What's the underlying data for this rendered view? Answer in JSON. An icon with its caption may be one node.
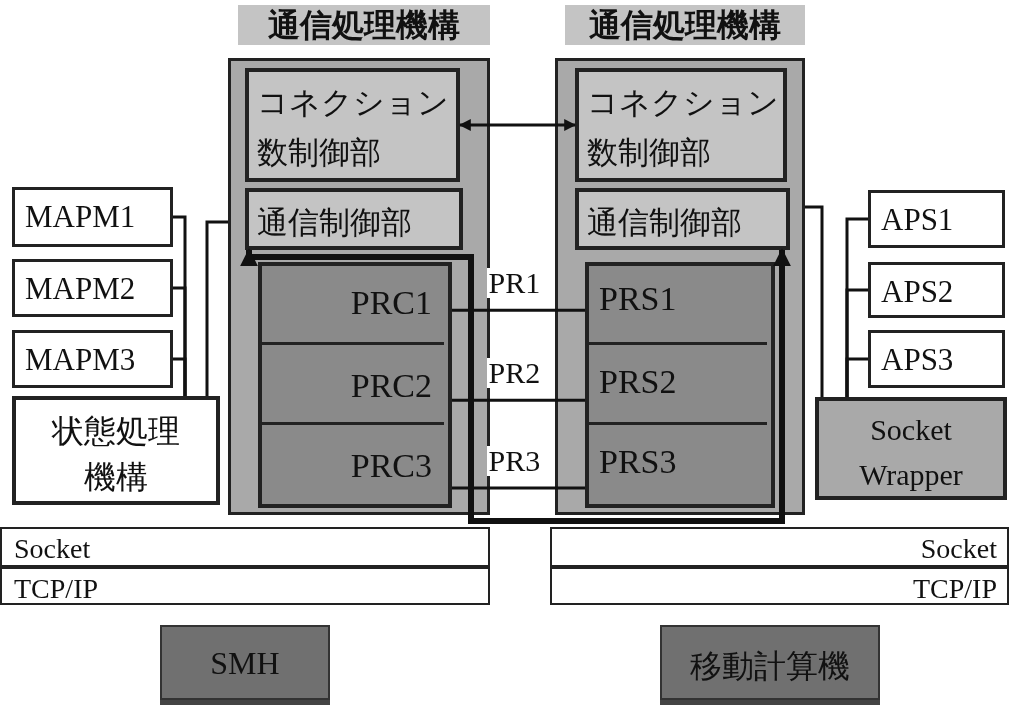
{
  "diagram": {
    "nodes": [
      {
        "text": [
          "通信処理機構"
        ]
      },
      {
        "text": [
          "コネクション数制御部"
        ],
        "in": 0
      },
      {
        "text": [
          "通信制御部"
        ],
        "in": 0
      },
      {
        "text": [],
        "shape": "box",
        "in": 0
      },
      {
        "text": [
          "PRC1"
        ],
        "in": 3
      },
      {
        "text": [
          "PRC2"
        ],
        "in": 3
      },
      {
        "text": [
          "PRC3"
        ],
        "in": 3
      },
      {
        "text": [
          "通信処理機構"
        ]
      },
      {
        "text": [
          "コネクション数制御部"
        ],
        "in": 7
      },
      {
        "text": [
          "通信制御部"
        ],
        "in": 7
      },
      {
        "text": [],
        "shape": "box",
        "in": 7
      },
      {
        "text": [
          "PRS1"
        ],
        "in": 10
      },
      {
        "text": [
          "PRS2"
        ],
        "in": 10
      },
      {
        "text": [
          "PRS3"
        ],
        "in": 10
      },
      {
        "text": [
          "MAPM1"
        ]
      },
      {
        "text": [
          "MAPM2"
        ]
      },
      {
        "text": [
          "MAPM3"
        ]
      },
      {
        "text": [
          "状態処理機構"
        ]
      },
      {
        "text": [
          "APS1"
        ]
      },
      {
        "text": [
          "APS2"
        ]
      },
      {
        "text": [
          "APS3"
        ]
      },
      {
        "text": [
          "Socket Wrapper"
        ]
      },
      {
        "text": [
          "Socket"
        ]
      },
      {
        "text": [
          "TCP/IP"
        ]
      },
      {
        "text": [
          "Socket"
        ]
      },
      {
        "text": [
          "TCP/IP"
        ]
      },
      {
        "text": [
          "SMH"
        ]
      },
      {
        "text": [
          "移動計算機"
        ]
      }
    ],
    "edges": [
      {
        "from": 1,
        "to": 8,
        "arrow": "both"
      },
      {
        "from": 4,
        "to": 11,
        "arrow": "none",
        "label": "PR1"
      },
      {
        "from": 5,
        "to": 12,
        "arrow": "none",
        "label": "PR2"
      },
      {
        "from": 6,
        "to": 13,
        "arrow": "none",
        "label": "PR3"
      },
      {
        "from": 2,
        "to": 9,
        "arrow": "both",
        "style": "thick"
      },
      {
        "from": 14,
        "to": 17,
        "arrow": "none"
      },
      {
        "from": 15,
        "to": 17,
        "arrow": "none"
      },
      {
        "from": 16,
        "to": 17,
        "arrow": "none"
      },
      {
        "from": 17,
        "to": 0,
        "arrow": "none"
      },
      {
        "from": 18,
        "to": 21,
        "arrow": "none"
      },
      {
        "from": 19,
        "to": 21,
        "arrow": "none"
      },
      {
        "from": 20,
        "to": 21,
        "arrow": "none"
      },
      {
        "from": 7,
        "to": 21,
        "arrow": "none"
      }
    ]
  }
}
